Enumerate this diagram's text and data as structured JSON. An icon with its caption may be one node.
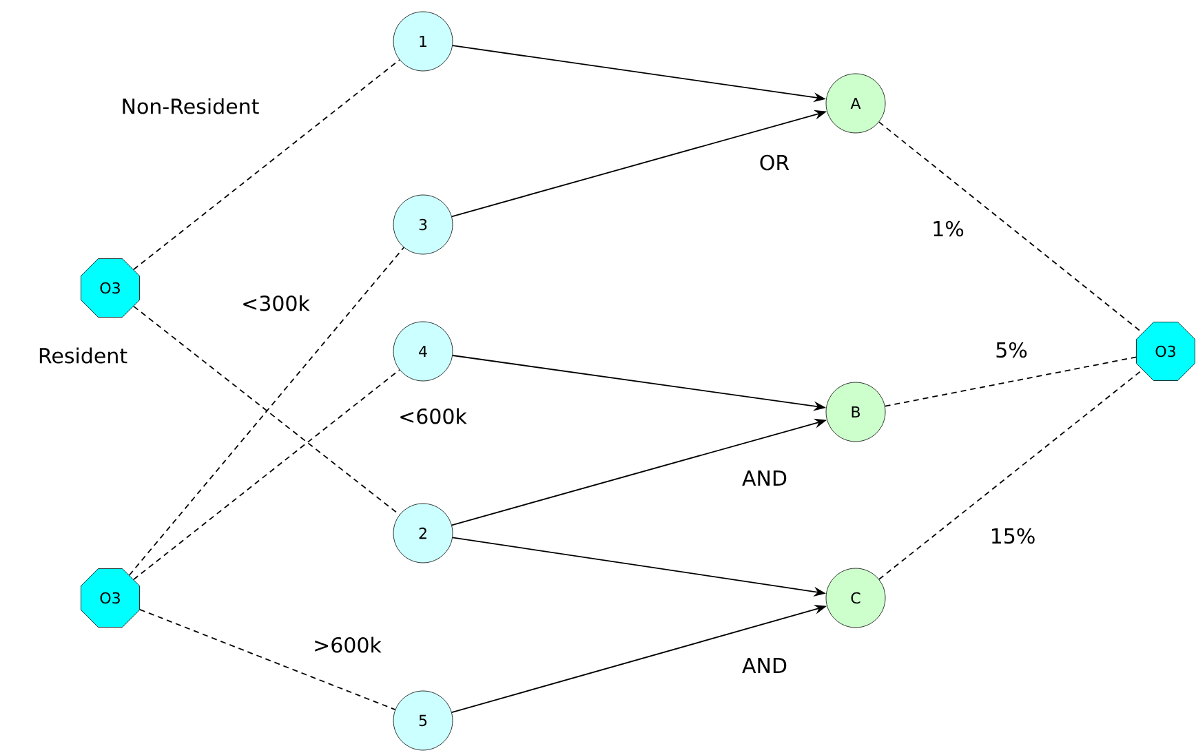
{
  "diagram": {
    "nodes": [
      {
        "text": [
          "O3"
        ]
      },
      {
        "text": [
          "O3"
        ]
      },
      {
        "text": [
          "1"
        ]
      },
      {
        "text": [
          "3"
        ]
      },
      {
        "text": [
          "4"
        ]
      },
      {
        "text": [
          "2"
        ]
      },
      {
        "text": [
          "5"
        ]
      },
      {
        "text": [
          "A"
        ],
        "beside": [
          "OR"
        ]
      },
      {
        "text": [
          "B"
        ],
        "beside": [
          "AND"
        ]
      },
      {
        "text": [
          "C"
        ],
        "beside": [
          "AND"
        ]
      },
      {
        "text": [
          "O3"
        ]
      }
    ],
    "edges": [
      {
        "from": 0,
        "to": 2,
        "arrow": "none",
        "style": "dashed",
        "label": "Non-Resident"
      },
      {
        "from": 0,
        "to": 5,
        "arrow": "none",
        "style": "dashed",
        "label": "Resident"
      },
      {
        "from": 1,
        "to": 3,
        "arrow": "none",
        "style": "dashed",
        "label": "<300k"
      },
      {
        "from": 1,
        "to": 4,
        "arrow": "none",
        "style": "dashed",
        "label": "<600k"
      },
      {
        "from": 1,
        "to": 6,
        "arrow": "none",
        "style": "dashed",
        "label": ">600k"
      },
      {
        "from": 2,
        "to": 7,
        "arrow": "to"
      },
      {
        "from": 3,
        "to": 7,
        "arrow": "to"
      },
      {
        "from": 4,
        "to": 8,
        "arrow": "to"
      },
      {
        "from": 5,
        "to": 8,
        "arrow": "to"
      },
      {
        "from": 5,
        "to": 9,
        "arrow": "to"
      },
      {
        "from": 6,
        "to": 9,
        "arrow": "to"
      },
      {
        "from": 7,
        "to": 10,
        "arrow": "none",
        "style": "dashed",
        "label": "1%"
      },
      {
        "from": 8,
        "to": 10,
        "arrow": "none",
        "style": "dashed",
        "label": "5%"
      },
      {
        "from": 9,
        "to": 10,
        "arrow": "none",
        "style": "dashed",
        "label": "15%"
      }
    ]
  }
}
